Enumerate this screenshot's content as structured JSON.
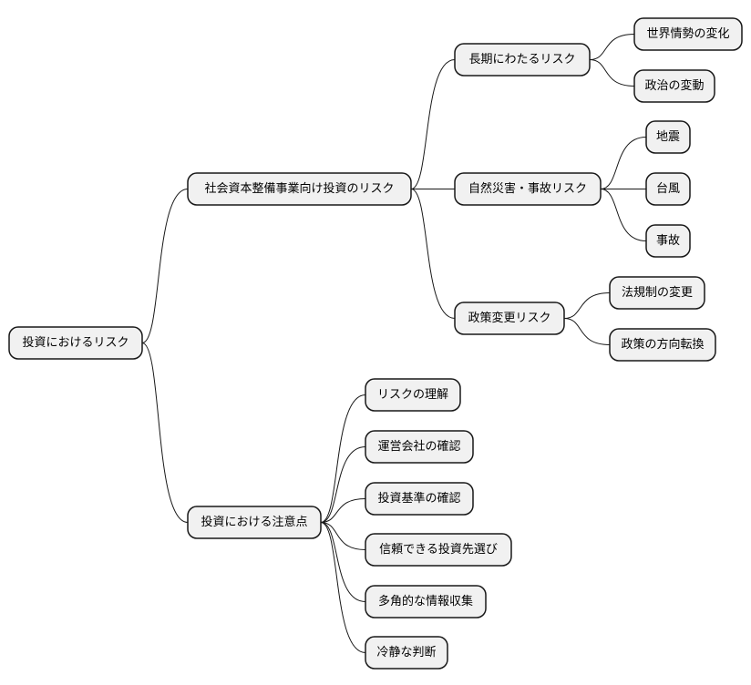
{
  "mindmap": {
    "root": {
      "label": "投資におけるリスク",
      "children": [
        {
          "label": "社会資本整備事業向け投資のリスク",
          "children": [
            {
              "label": "長期にわたるリスク",
              "children": [
                {
                  "label": "世界情勢の変化"
                },
                {
                  "label": "政治の変動"
                }
              ]
            },
            {
              "label": "自然災害・事故リスク",
              "children": [
                {
                  "label": "地震"
                },
                {
                  "label": "台風"
                },
                {
                  "label": "事故"
                }
              ]
            },
            {
              "label": "政策変更リスク",
              "children": [
                {
                  "label": "法規制の変更"
                },
                {
                  "label": "政策の方向転換"
                }
              ]
            }
          ]
        },
        {
          "label": "投資における注意点",
          "children": [
            {
              "label": "リスクの理解"
            },
            {
              "label": "運営会社の確認"
            },
            {
              "label": "投資基準の確認"
            },
            {
              "label": "信頼できる投資先選び"
            },
            {
              "label": "多角的な情報収集"
            },
            {
              "label": "冷静な判断"
            }
          ]
        }
      ]
    }
  }
}
